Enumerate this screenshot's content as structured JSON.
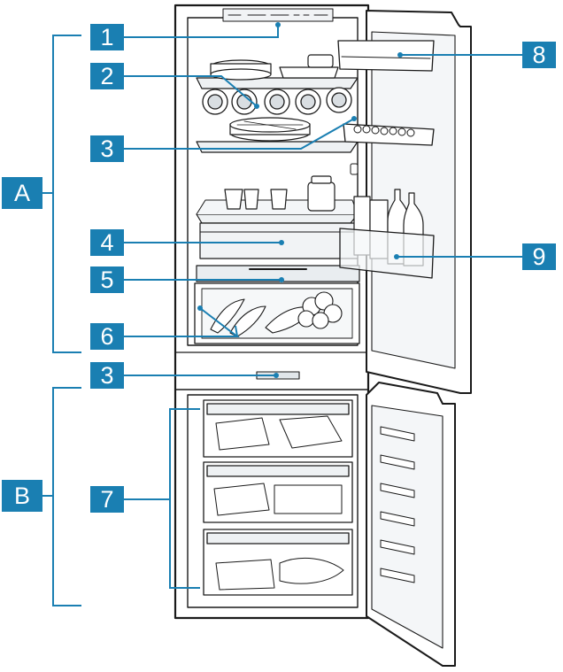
{
  "image": "fridge-freezer-diagram",
  "callouts": {
    "c1": "1",
    "c2": "2",
    "c3_upper": "3",
    "c4": "4",
    "c5": "5",
    "c6": "6",
    "c3_lower": "3",
    "c7": "7",
    "c8": "8",
    "c9": "9"
  },
  "sections": {
    "a": "A",
    "b": "B"
  },
  "colors": {
    "callout": "#1a7fb2",
    "line": "#1a7fb2",
    "outline": "#1a1a1a",
    "body": "#ffffff",
    "door_edge": "#cfd6db",
    "shadow": "#e6e9ec"
  }
}
